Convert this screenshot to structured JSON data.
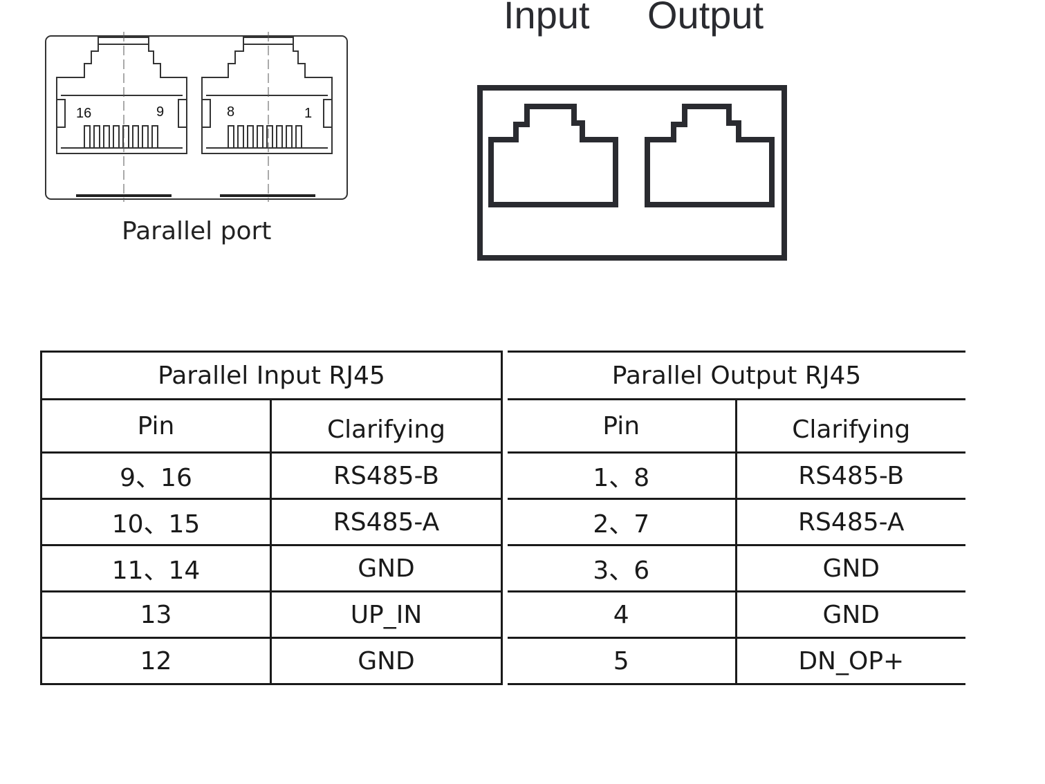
{
  "parallel_port": {
    "caption": "Parallel port",
    "left_jack_pins": {
      "start": "16",
      "end": "9"
    },
    "right_jack_pins": {
      "start": "8",
      "end": "1"
    }
  },
  "io_ports": {
    "input_label": "Input",
    "output_label": "Output"
  },
  "input_table": {
    "title": "Parallel Input RJ45",
    "headers": {
      "pin": "Pin",
      "clarifying": "Clarifying"
    },
    "rows": [
      {
        "pin": "9、16",
        "clarifying": "RS485-B"
      },
      {
        "pin": "10、15",
        "clarifying": "RS485-A"
      },
      {
        "pin": "11、14",
        "clarifying": "GND"
      },
      {
        "pin": "13",
        "clarifying": "UP_IN"
      },
      {
        "pin": "12",
        "clarifying": "GND"
      }
    ]
  },
  "output_table": {
    "title": "Parallel Output RJ45",
    "headers": {
      "pin": "Pin",
      "clarifying": "Clarifying"
    },
    "rows": [
      {
        "pin": "1、8",
        "clarifying": "RS485-B"
      },
      {
        "pin": "2、7",
        "clarifying": "RS485-A"
      },
      {
        "pin": "3、6",
        "clarifying": "GND"
      },
      {
        "pin": "4",
        "clarifying": "GND"
      },
      {
        "pin": "5",
        "clarifying": "DN_OP+"
      }
    ]
  }
}
